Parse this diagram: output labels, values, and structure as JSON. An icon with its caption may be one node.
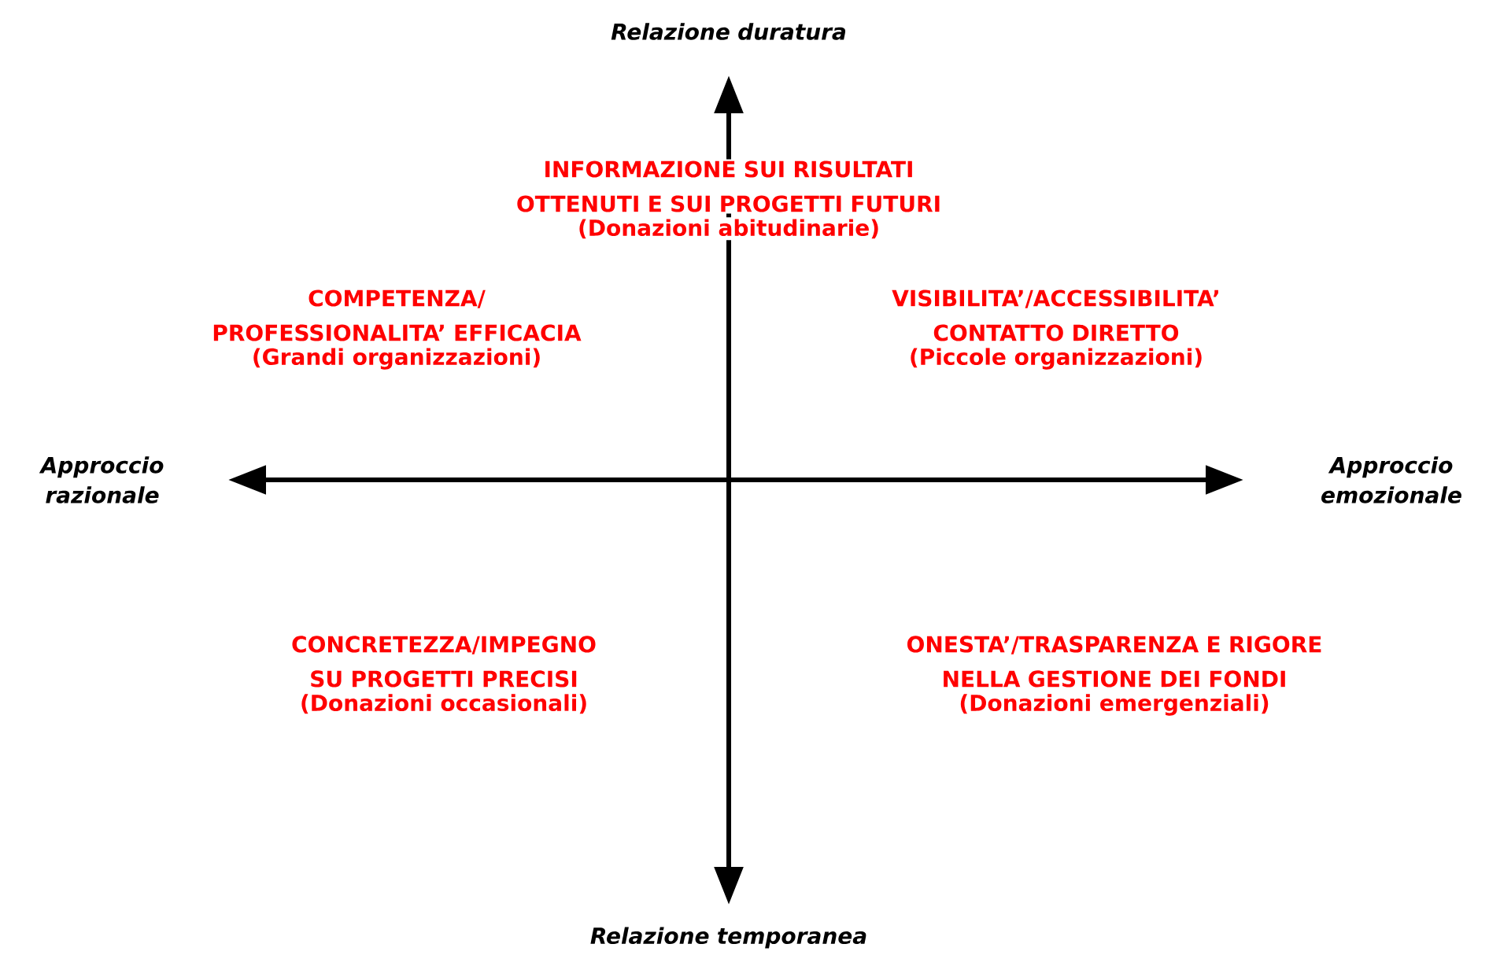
{
  "diagram": {
    "labels": [
      "Relazione duratura",
      "INFORMAZIONE SUI RISULTATI OTTENUTI E SUI PROGETTI FUTURI",
      "(Donazioni abitudinarie)",
      "COMPETENZA/ PROFESSIONALITA’ EFFICACIA",
      "(Grandi organizzazioni)",
      "VISIBILITA’/ACCESSIBILITA’ CONTATTO DIRETTO",
      "(Piccole organizzazioni)",
      "Approccio razionale",
      "Approccio emozionale",
      "CONCRETEZZA/IMPEGNO SU PROGETTI PRECISI",
      "(Donazioni occasionali)",
      "ONESTA’/TRASPARENZA E RIGORE NELLA GESTIONE DEI FONDI",
      "(Donazioni emergenziali)",
      "Relazione temporanea"
    ]
  }
}
